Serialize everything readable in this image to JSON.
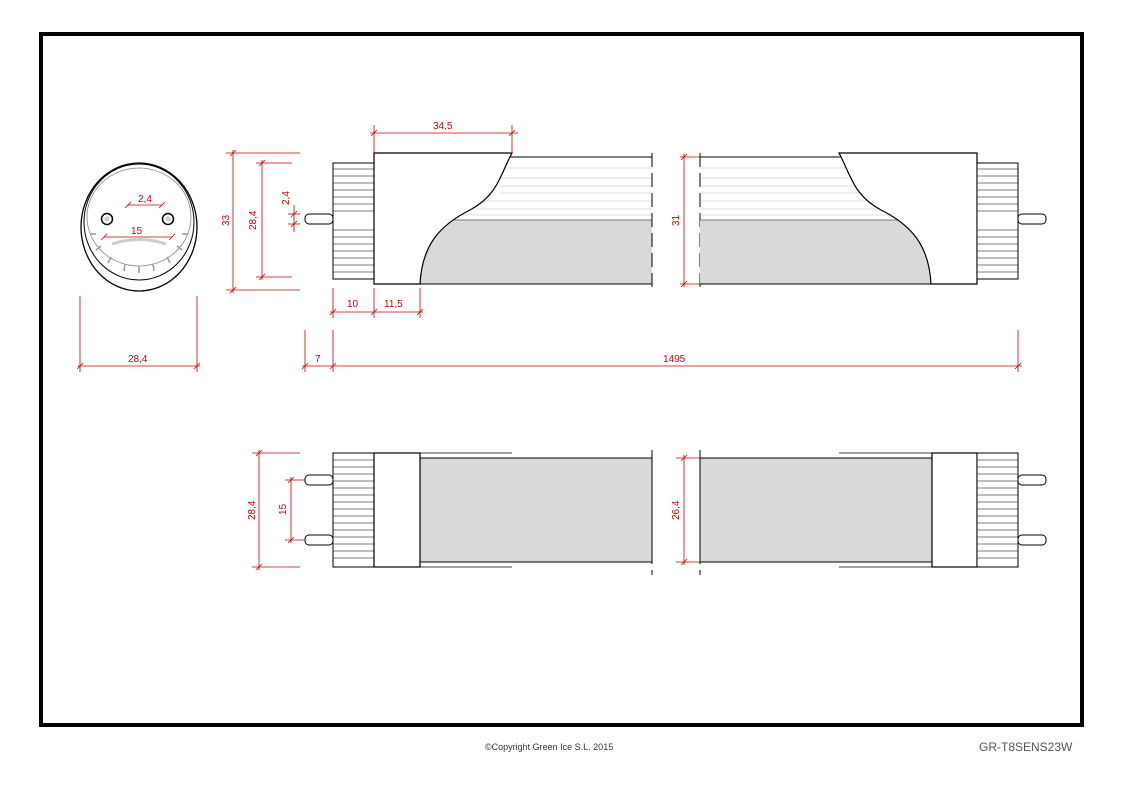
{
  "drawing": {
    "dimensions": {
      "end_spacing": "2,4",
      "end_pin_spacing": "15",
      "end_diameter": "28,4",
      "cap_width": "34,5",
      "overall_height": "33",
      "body_height": "28,4",
      "pin_diameter": "2,4",
      "cap_length": "10",
      "transition": "11,5",
      "pin_length": "7",
      "total_length": "1495",
      "tube_height": "31",
      "bottom_height": "28,4",
      "bottom_pin_spacing": "15",
      "bottom_tube_height": "26,4"
    },
    "colors": {
      "dimension": "#cc0000",
      "outline": "#000000",
      "diffuser": "#d9d9d9"
    }
  },
  "footer": {
    "copyright": "©Copyright Green Ice S.L. 2015",
    "model": "GR-T8SENS23W"
  }
}
